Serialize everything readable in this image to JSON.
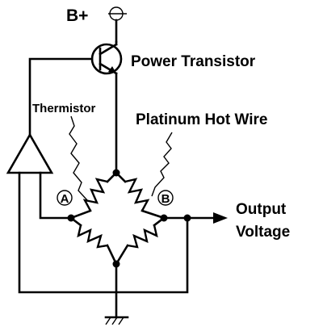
{
  "labels": {
    "supply": "B+",
    "transistor": "Power Transistor",
    "thermistor": "Thermistor",
    "hot_wire": "Platinum Hot Wire",
    "node_a": "A",
    "node_b": "B",
    "output_line1": "Output",
    "output_line2": "Voltage"
  },
  "colors": {
    "ink": "#000000",
    "background": "#ffffff"
  }
}
